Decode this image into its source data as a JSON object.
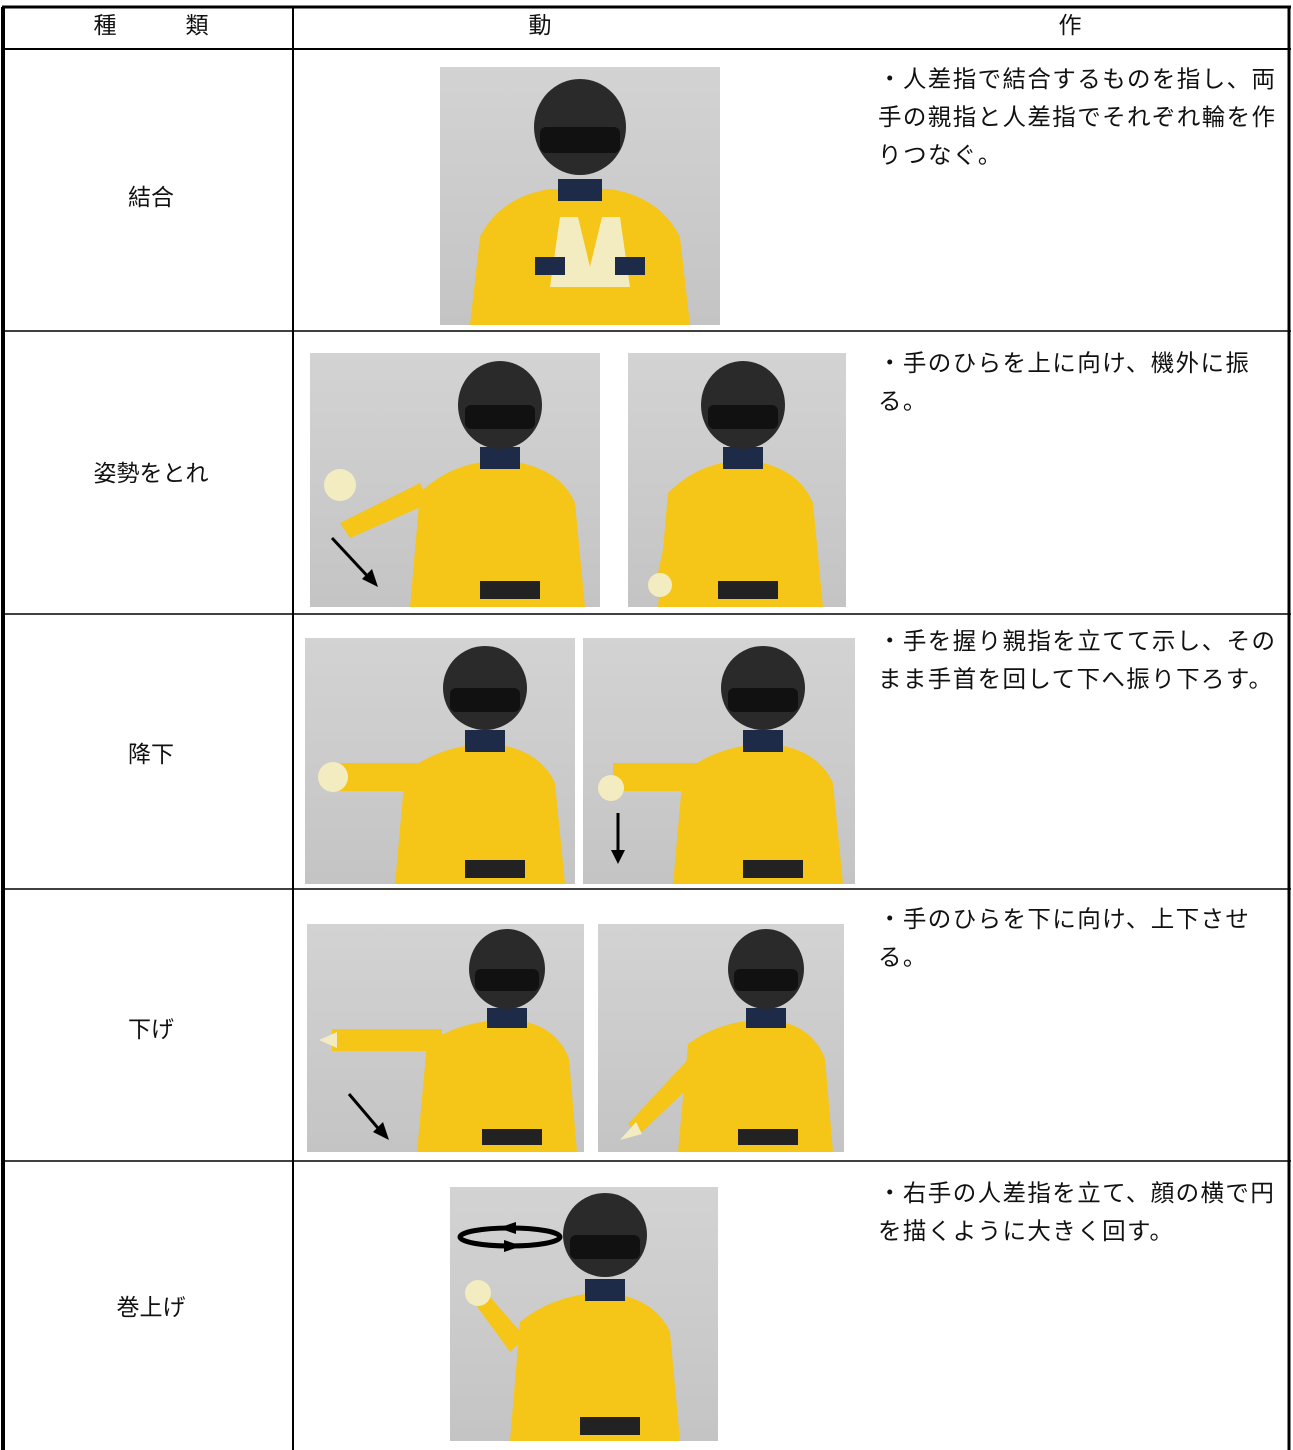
{
  "header": {
    "kind": "種　　　類",
    "motion": "動",
    "action": "作"
  },
  "rows": [
    {
      "kind": "結合",
      "desc": "・人差指で結合するものを指し、両手の親指と人差指でそれぞれ輪を作りつなぐ。"
    },
    {
      "kind": "姿勢をとれ",
      "desc": "・手のひらを上に向け、機外に振る。"
    },
    {
      "kind": "降下",
      "desc": "・手を握り親指を立てて示し、そのまま手首を回して下へ振り下ろす。"
    },
    {
      "kind": "下げ",
      "desc": "・手のひらを下に向け、上下させる。"
    },
    {
      "kind": "巻上げ",
      "desc": "・右手の人差指を立て、顔の横で円を描くように大きく回す。"
    }
  ],
  "colors": {
    "suit": "#f5c518",
    "helmet": "#2a2a2a",
    "glove": "#f3ecc0",
    "wall": "#cccccc"
  }
}
